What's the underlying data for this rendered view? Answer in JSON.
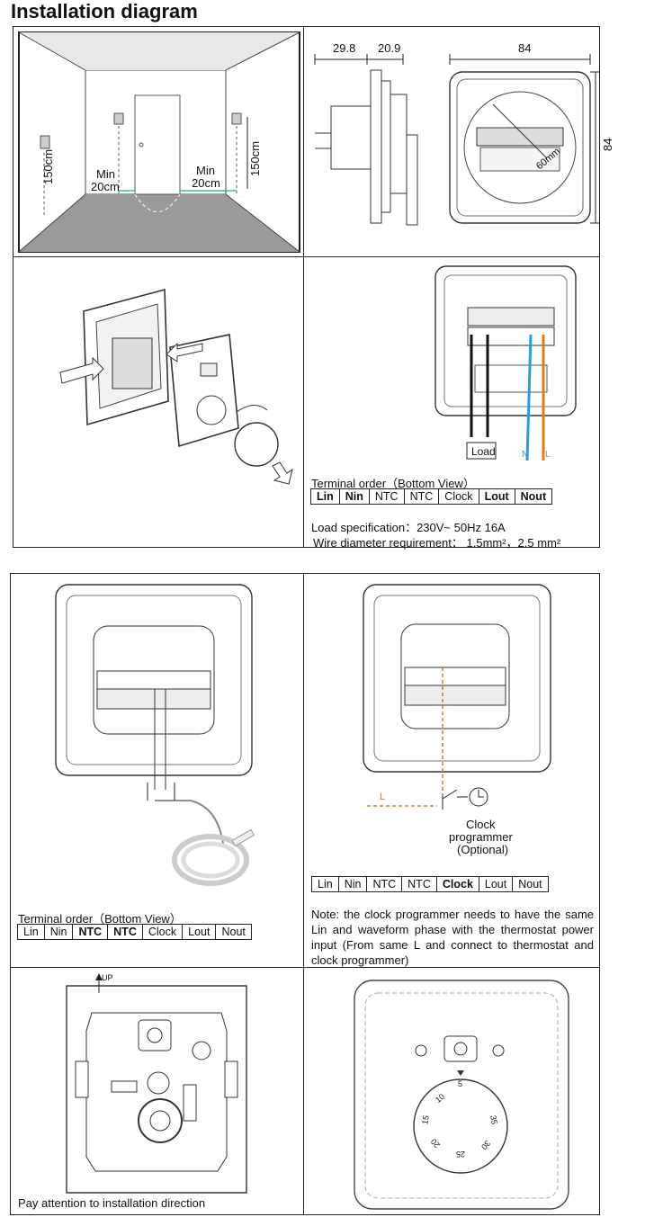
{
  "page_title": "Installation diagram",
  "room": {
    "min_left": "Min",
    "dist_left": "20cm",
    "min_right": "Min",
    "dist_right": "20cm",
    "height_left": "150cm",
    "height_right": "150cm"
  },
  "dimensions": {
    "a": "29.8",
    "b": "20.9",
    "width": "84",
    "height": "84",
    "dial": "60mm"
  },
  "wiring": {
    "load_box": "Load",
    "n_label": "N",
    "l_label": "L",
    "terminal_title": "Terminal order（Bottom View）",
    "terminals": [
      "Lin",
      "Nin",
      "NTC",
      "NTC",
      "Clock",
      "Lout",
      "Nout"
    ],
    "load_spec": "Load specification：230V~ 50Hz 16A",
    "wire_req": "Wire diameter requirement：  1.5mm²，2.5 mm²"
  },
  "sensor_panel": {
    "terminal_title": "Terminal order（Bottom View）",
    "terminals": [
      "Lin",
      "Nin",
      "NTC",
      "NTC",
      "Clock",
      "Lout",
      "Nout"
    ]
  },
  "clock_panel": {
    "l_label": "L",
    "caption_1": "Clock",
    "caption_2": "programmer",
    "caption_3": "(Optional)",
    "terminals": [
      "Lin",
      "Nin",
      "NTC",
      "NTC",
      "Clock",
      "Lout",
      "Nout"
    ],
    "note": "Note: the clock programmer needs to have the same Lin and waveform phase with the thermostat power input (From same L and connect to thermostat and clock programmer)"
  },
  "bottom_left": {
    "up_label": "UP",
    "caption": "Pay attention to installation direction"
  },
  "dial_face": {
    "scale": [
      "5",
      "10",
      "15",
      "20",
      "25",
      "30",
      "35"
    ]
  },
  "colors": {
    "line": "#222222",
    "n_wire": "#2b9be0",
    "l_wire": "#e07a22",
    "wall": "#9a9a9a"
  }
}
